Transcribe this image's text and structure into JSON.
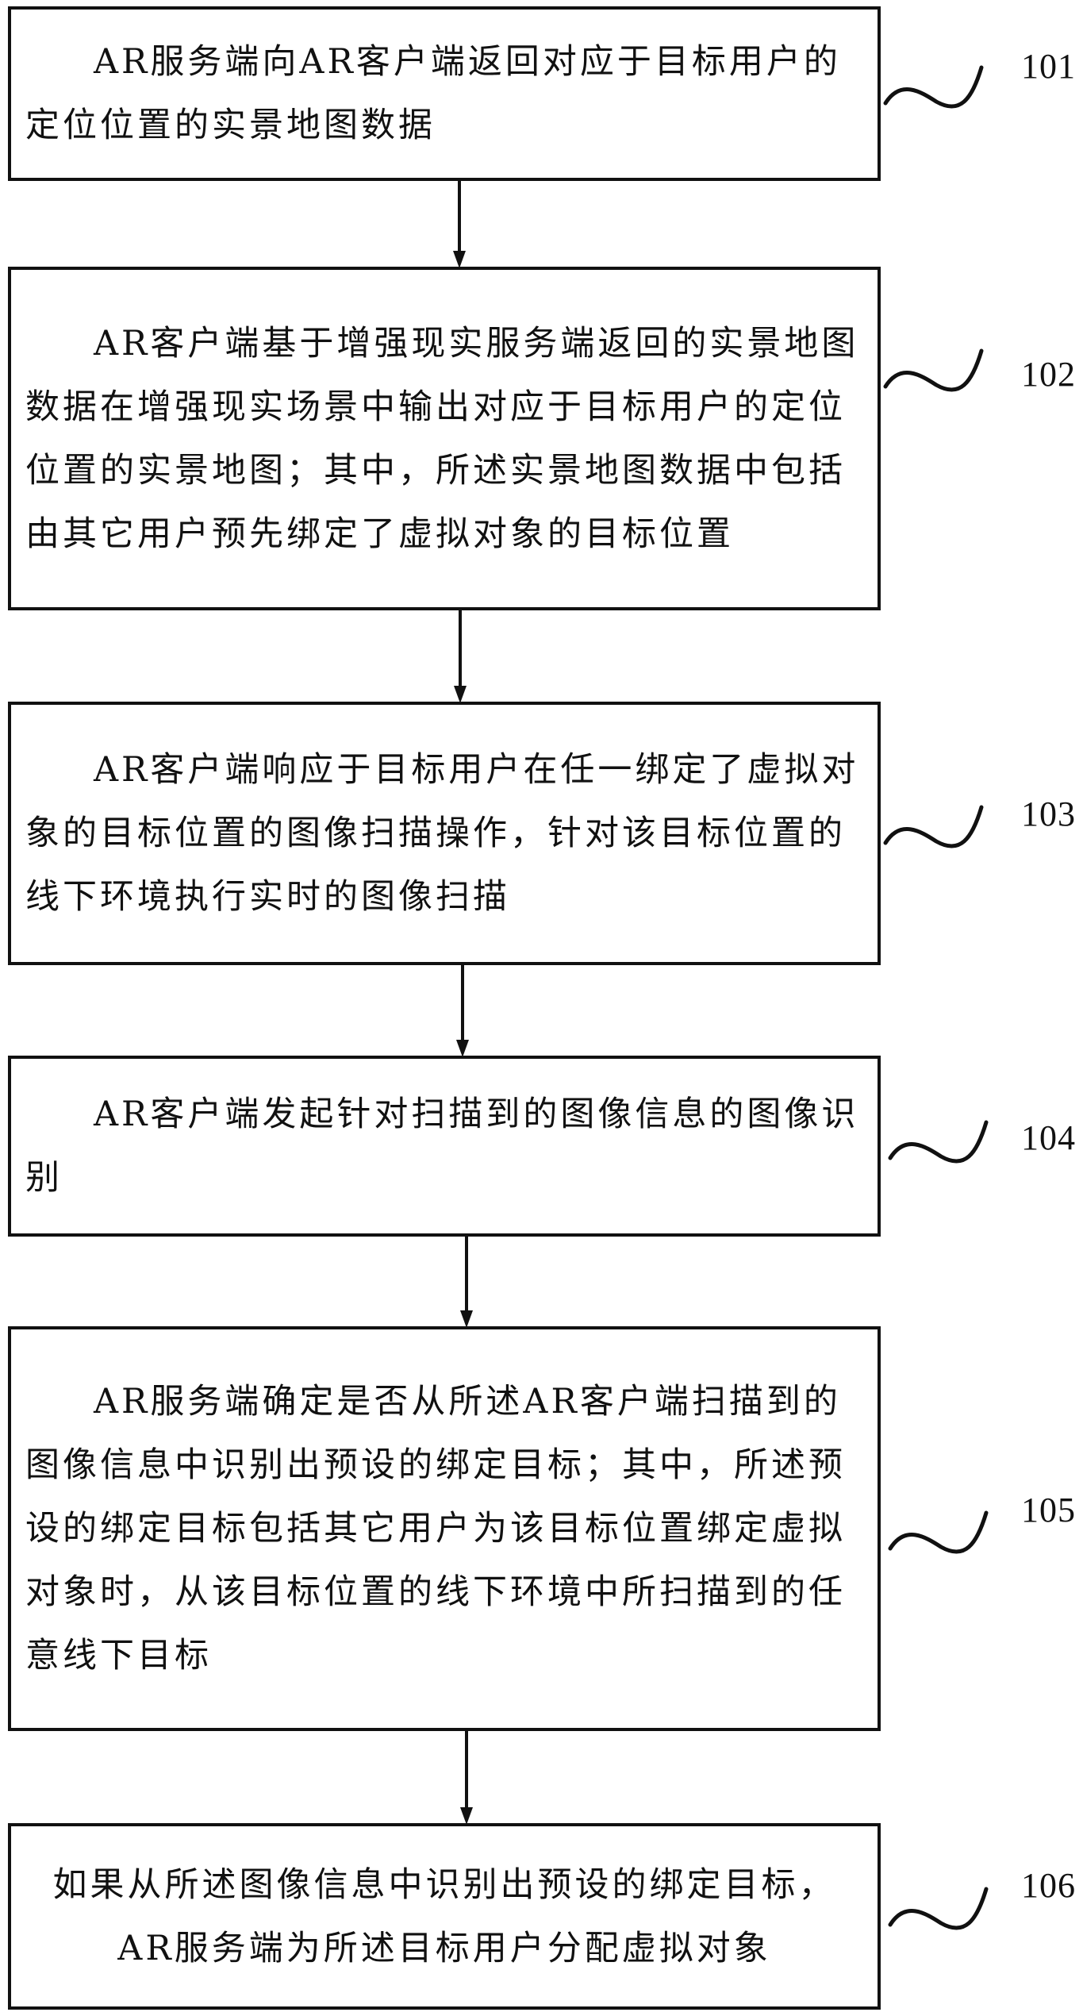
{
  "steps": [
    {
      "id": "101",
      "text": "AR服务端向AR客户端返回对应于目标用户的定位位置的实景地图数据"
    },
    {
      "id": "102",
      "text": "AR客户端基于增强现实服务端返回的实景地图数据在增强现实场景中输出对应于目标用户的定位位置的实景地图；其中，所述实景地图数据中包括由其它用户预先绑定了虚拟对象的目标位置"
    },
    {
      "id": "103",
      "text": "AR客户端响应于目标用户在任一绑定了虚拟对象的目标位置的图像扫描操作，针对该目标位置的线下环境执行实时的图像扫描"
    },
    {
      "id": "104",
      "text": "AR客户端发起针对扫描到的图像信息的图像识别"
    },
    {
      "id": "105",
      "text": "AR服务端确定是否从所述AR客户端扫描到的图像信息中识别出预设的绑定目标；其中，所述预设的绑定目标包括其它用户为该目标位置绑定虚拟对象时，从该目标位置的线下环境中所扫描到的任意线下目标"
    },
    {
      "id": "106",
      "text": "如果从所述图像信息中识别出预设的绑定目标，AR服务端为所述目标用户分配虚拟对象"
    }
  ]
}
